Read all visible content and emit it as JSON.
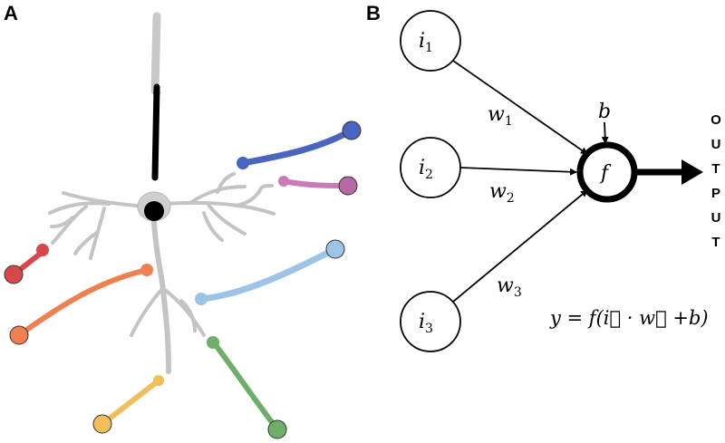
{
  "panels": {
    "a_label": "A",
    "b_label": "B"
  },
  "neuron": {
    "input_colors": {
      "blue": "#4a65bf",
      "pink": "#c97bb8",
      "red": "#d94848",
      "orange": "#ef8050",
      "light_blue": "#9dc3e6",
      "yellow": "#f0bf5a",
      "green": "#6fae6a"
    },
    "body_color": "#cfcfcf"
  },
  "perceptron": {
    "inputs": [
      {
        "symbol": "i",
        "sub": "1"
      },
      {
        "symbol": "i",
        "sub": "2"
      },
      {
        "symbol": "i",
        "sub": "3"
      }
    ],
    "weights": [
      {
        "symbol": "w",
        "sub": "1"
      },
      {
        "symbol": "w",
        "sub": "2"
      },
      {
        "symbol": "w",
        "sub": "3"
      }
    ],
    "bias": "b",
    "function": "f",
    "output_letters": [
      "O",
      "U",
      "T",
      "P",
      "U",
      "T"
    ],
    "equation": "y = f(i⃗ · w⃗ +b)"
  }
}
